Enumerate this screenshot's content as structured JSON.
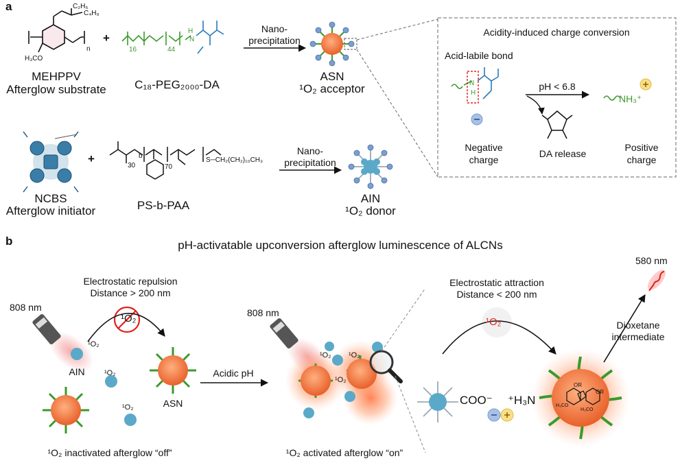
{
  "panel_a": {
    "label": "a",
    "mehppv": {
      "line1": "MEHPPV",
      "line2": "Afterglow substrate",
      "ethyl": "C₂H₅",
      "butyl": "C₄H₉",
      "methoxy": "H₃CO",
      "n": "n"
    },
    "plus": "+",
    "peg": {
      "label": "C₁₈-PEG₂₀₀₀-DA",
      "sub_a": "16",
      "sub_b": "44",
      "nh": "N",
      "h": "H"
    },
    "arrow1": {
      "line1": "Nano-",
      "line2": "precipitation"
    },
    "asn": {
      "line1": "ASN",
      "line2": "¹O₂ acceptor"
    },
    "ncbs": {
      "line1": "NCBS",
      "line2": "Afterglow initiator"
    },
    "ps_paa": {
      "label": "PS-b-PAA",
      "sub_30": "30",
      "sub_70": "70",
      "chain": "S─CH₂(CH₂)₁₀CH₃",
      "b": "b"
    },
    "arrow2": {
      "line1": "Nano-",
      "line2": "precipitation"
    },
    "ain": {
      "line1": "AIN",
      "line2": "¹O₂ donor"
    },
    "inset": {
      "title": "Acidity-induced charge conversion",
      "bond_label": "Acid-labile bond",
      "ph": "pH < 6.8",
      "nh": "N",
      "h": "H",
      "nh3": "NH₃⁺",
      "col1": {
        "line1": "Negative",
        "line2": "charge"
      },
      "col2": "DA release",
      "col3": {
        "line1": "Positive",
        "line2": "charge"
      }
    }
  },
  "panel_b": {
    "label": "b",
    "title": "pH-activatable upconversion afterglow luminescence of ALCNs",
    "left": {
      "note1": "Electrostatic repulsion",
      "note2": "Distance > 200 nm",
      "laser": "808 nm",
      "ain": "AIN",
      "asn": "ASN",
      "singlet": "¹O₂",
      "caption": "¹O₂ inactivated afterglow “off”"
    },
    "arrow": "Acidic pH",
    "middle": {
      "laser": "808 nm",
      "singlet": "¹O₂",
      "caption": "¹O₂ activated afterglow “on”"
    },
    "right": {
      "note1": "Electrostatic attraction",
      "note2": "Distance < 200 nm",
      "singlet": "¹O₂",
      "coo": "COO⁻",
      "nh3": "⁺H₃N",
      "dioxetane1": "Dioxetane",
      "dioxetane2": "intermediate",
      "emission": "580 nm",
      "or": "OR",
      "h3co": "H₃CO"
    }
  },
  "colors": {
    "core": "#f07a4a",
    "glow": "#ff5a1f",
    "ain": "#5aa9c9",
    "peg": "#3a9a2a",
    "da": "#2a7ab8",
    "neg": "#7a9fd0",
    "pos": "#f5c84a",
    "red": "#e0201b"
  }
}
